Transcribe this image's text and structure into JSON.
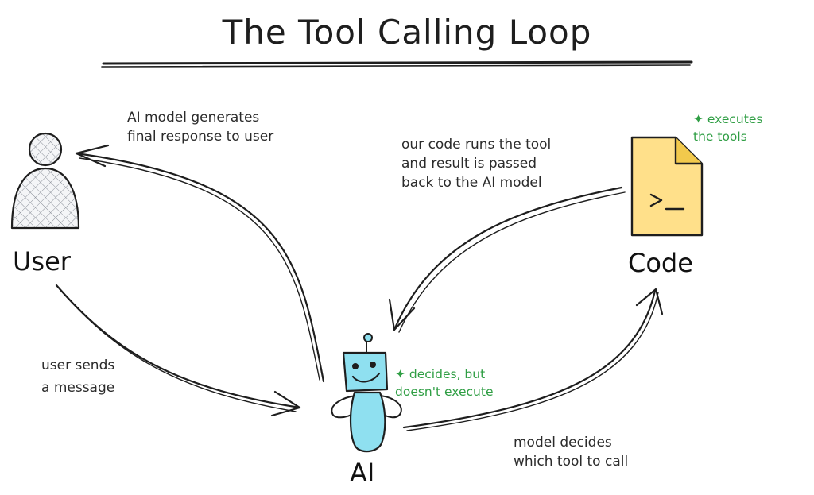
{
  "title": "The Tool Calling Loop",
  "nodes": {
    "user": "User",
    "code": "Code",
    "ai": "AI"
  },
  "annotations": {
    "final_response": [
      "AI model generates",
      "final response to user"
    ],
    "tool_result": [
      "our code runs the tool",
      "and result is passed",
      "back to the AI model"
    ],
    "user_message": [
      "user sends",
      "a message"
    ],
    "model_decides": [
      "model decides",
      "which tool to call"
    ]
  },
  "badges": {
    "executes": [
      "✦ executes",
      "the tools"
    ],
    "decides": [
      "✦ decides, but",
      "doesn't execute"
    ]
  },
  "colors": {
    "ink": "#1e1e1e",
    "accent_green": "#2f9e44",
    "file_fill": "#ffe08a",
    "robot_fill": "#8fe0f0",
    "user_fill": "#d9dde3"
  },
  "icons": {
    "user": "user-icon",
    "code": "terminal-file-icon",
    "ai": "robot-icon"
  }
}
